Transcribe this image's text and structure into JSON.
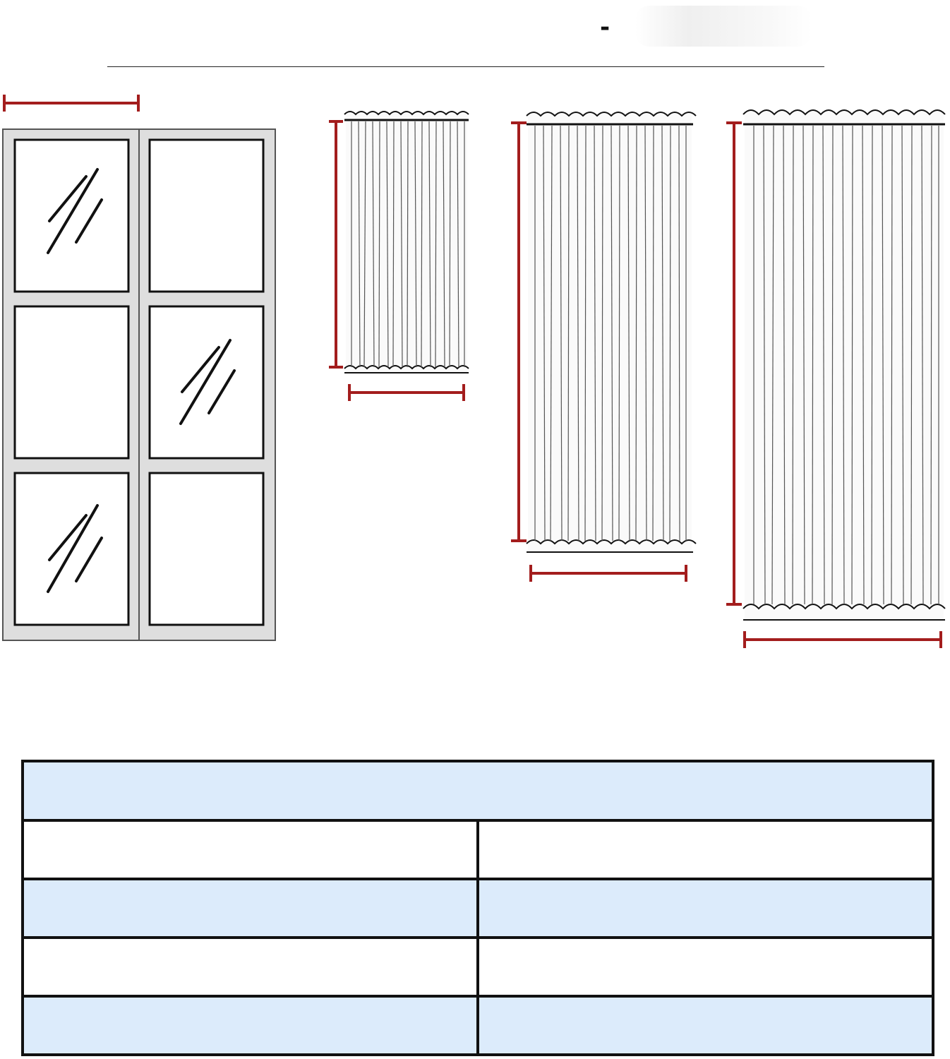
{
  "header": {
    "dash": "-"
  },
  "colors": {
    "measure_red": "#a31d1d",
    "frame_grey": "#d9d9d9",
    "table_blue": "#dcebfb",
    "ink": "#111111"
  },
  "door": {
    "panes": 6,
    "glare_panes": [
      0,
      3,
      4
    ]
  },
  "curtains": [
    {
      "id": "small"
    },
    {
      "id": "medium"
    },
    {
      "id": "large"
    }
  ],
  "table": {
    "rows": 4,
    "blue_rows": [
      1,
      3
    ]
  }
}
